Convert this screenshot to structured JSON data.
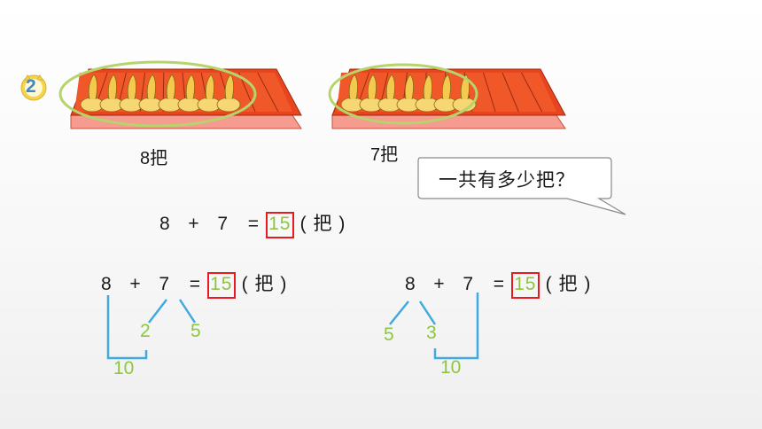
{
  "problem": {
    "number": "2",
    "colors": {
      "tray": "#e8451e",
      "tray_base": "#f59b8f",
      "ellipse": "#b7d36b",
      "answer_box": "#e8191f",
      "answer_text": "#8cc63f",
      "badge": "#f4d44d"
    }
  },
  "trays": {
    "left_label": "8把",
    "right_label": "7把"
  },
  "bubble": {
    "text": "一共有多少把？"
  },
  "equation_top": {
    "a": "8",
    "op": "+",
    "b": "7",
    "eq": "=",
    "answer": "15",
    "unit": "( 把 )"
  },
  "equation_left": {
    "a": "8",
    "op": "+",
    "b": "7",
    "eq": "=",
    "answer": "15",
    "unit": "( 把 )",
    "split_a": "2",
    "split_b": "5",
    "sum": "10"
  },
  "equation_right": {
    "a": "8",
    "op": "+",
    "b": "7",
    "eq": "=",
    "answer": "15",
    "unit": "( 把 )",
    "split_a": "5",
    "split_b": "3",
    "sum": "10"
  }
}
